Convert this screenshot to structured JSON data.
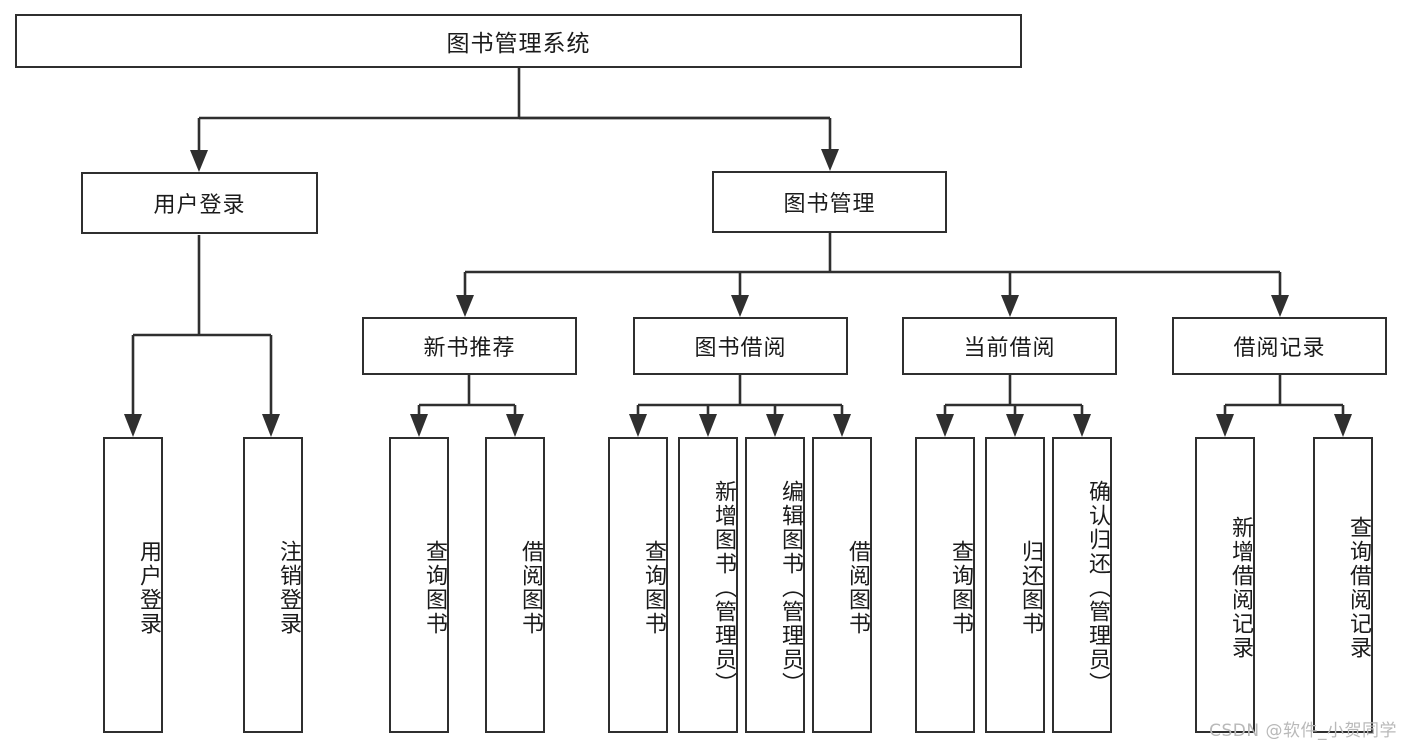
{
  "diagram": {
    "title": "图书管理系统",
    "watermark": "CSDN @软件_小贺同学",
    "root": {
      "label": "图书管理系统"
    },
    "level1": [
      {
        "label": "用户登录"
      },
      {
        "label": "图书管理"
      }
    ],
    "level2": [
      {
        "label": "新书推荐"
      },
      {
        "label": "图书借阅"
      },
      {
        "label": "当前借阅"
      },
      {
        "label": "借阅记录"
      }
    ],
    "leaves": [
      {
        "label": "用户登录"
      },
      {
        "label": "注销登录"
      },
      {
        "label": "查询图书"
      },
      {
        "label": "借阅图书"
      },
      {
        "label": "查询图书"
      },
      {
        "label": "新增图书（管理员）"
      },
      {
        "label": "编辑图书（管理员）"
      },
      {
        "label": "借阅图书"
      },
      {
        "label": "查询图书"
      },
      {
        "label": "归还图书"
      },
      {
        "label": "确认归还（管理员）"
      },
      {
        "label": "新增借阅记录"
      },
      {
        "label": "查询借阅记录"
      }
    ],
    "colors": {
      "stroke": "#2f2f2f",
      "background": "#ffffff",
      "text": "#1b1b1b",
      "watermark": "#b9b9b9"
    }
  }
}
